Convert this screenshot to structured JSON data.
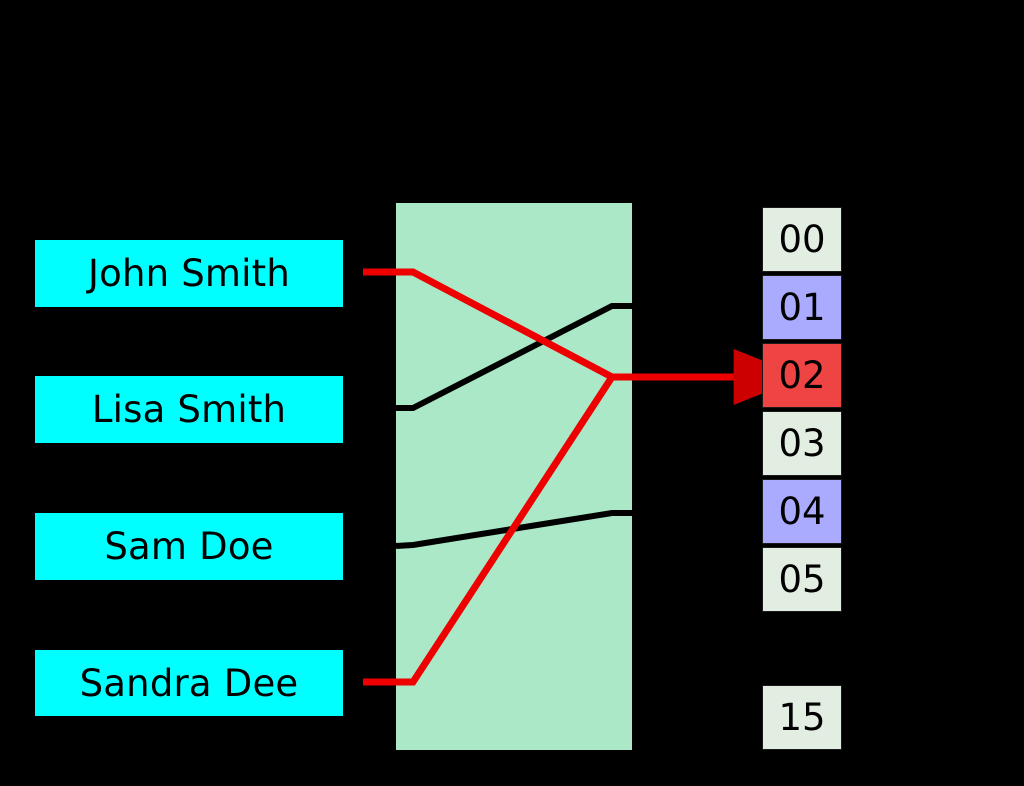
{
  "diagram": {
    "title": "hash-table-lookup",
    "background_color": "#000000"
  },
  "keys": {
    "box_color": "#00ffff",
    "items": [
      {
        "label": "John Smith",
        "connector": "red",
        "target_bucket": "02"
      },
      {
        "label": "Lisa Smith",
        "connector": "black",
        "target_bucket": "01"
      },
      {
        "label": "Sam Doe",
        "connector": "black",
        "target_bucket": "04"
      },
      {
        "label": "Sandra Dee",
        "connector": "red",
        "target_bucket": "02"
      }
    ]
  },
  "hash_function": {
    "label": "",
    "region_color": "#aae8c8"
  },
  "buckets": {
    "empty_color": "#e2eee2",
    "filled_color": "#aaaaff",
    "highlight_color": "#ee4444",
    "items": [
      {
        "index": "00",
        "state": "empty"
      },
      {
        "index": "01",
        "state": "filled"
      },
      {
        "index": "02",
        "state": "highlight"
      },
      {
        "index": "03",
        "state": "empty"
      },
      {
        "index": "04",
        "state": "filled"
      },
      {
        "index": "05",
        "state": "empty"
      },
      {
        "index": "15",
        "state": "empty"
      }
    ]
  },
  "connectors": {
    "highlight_color": "#ee0000",
    "normal_color": "#000000"
  }
}
